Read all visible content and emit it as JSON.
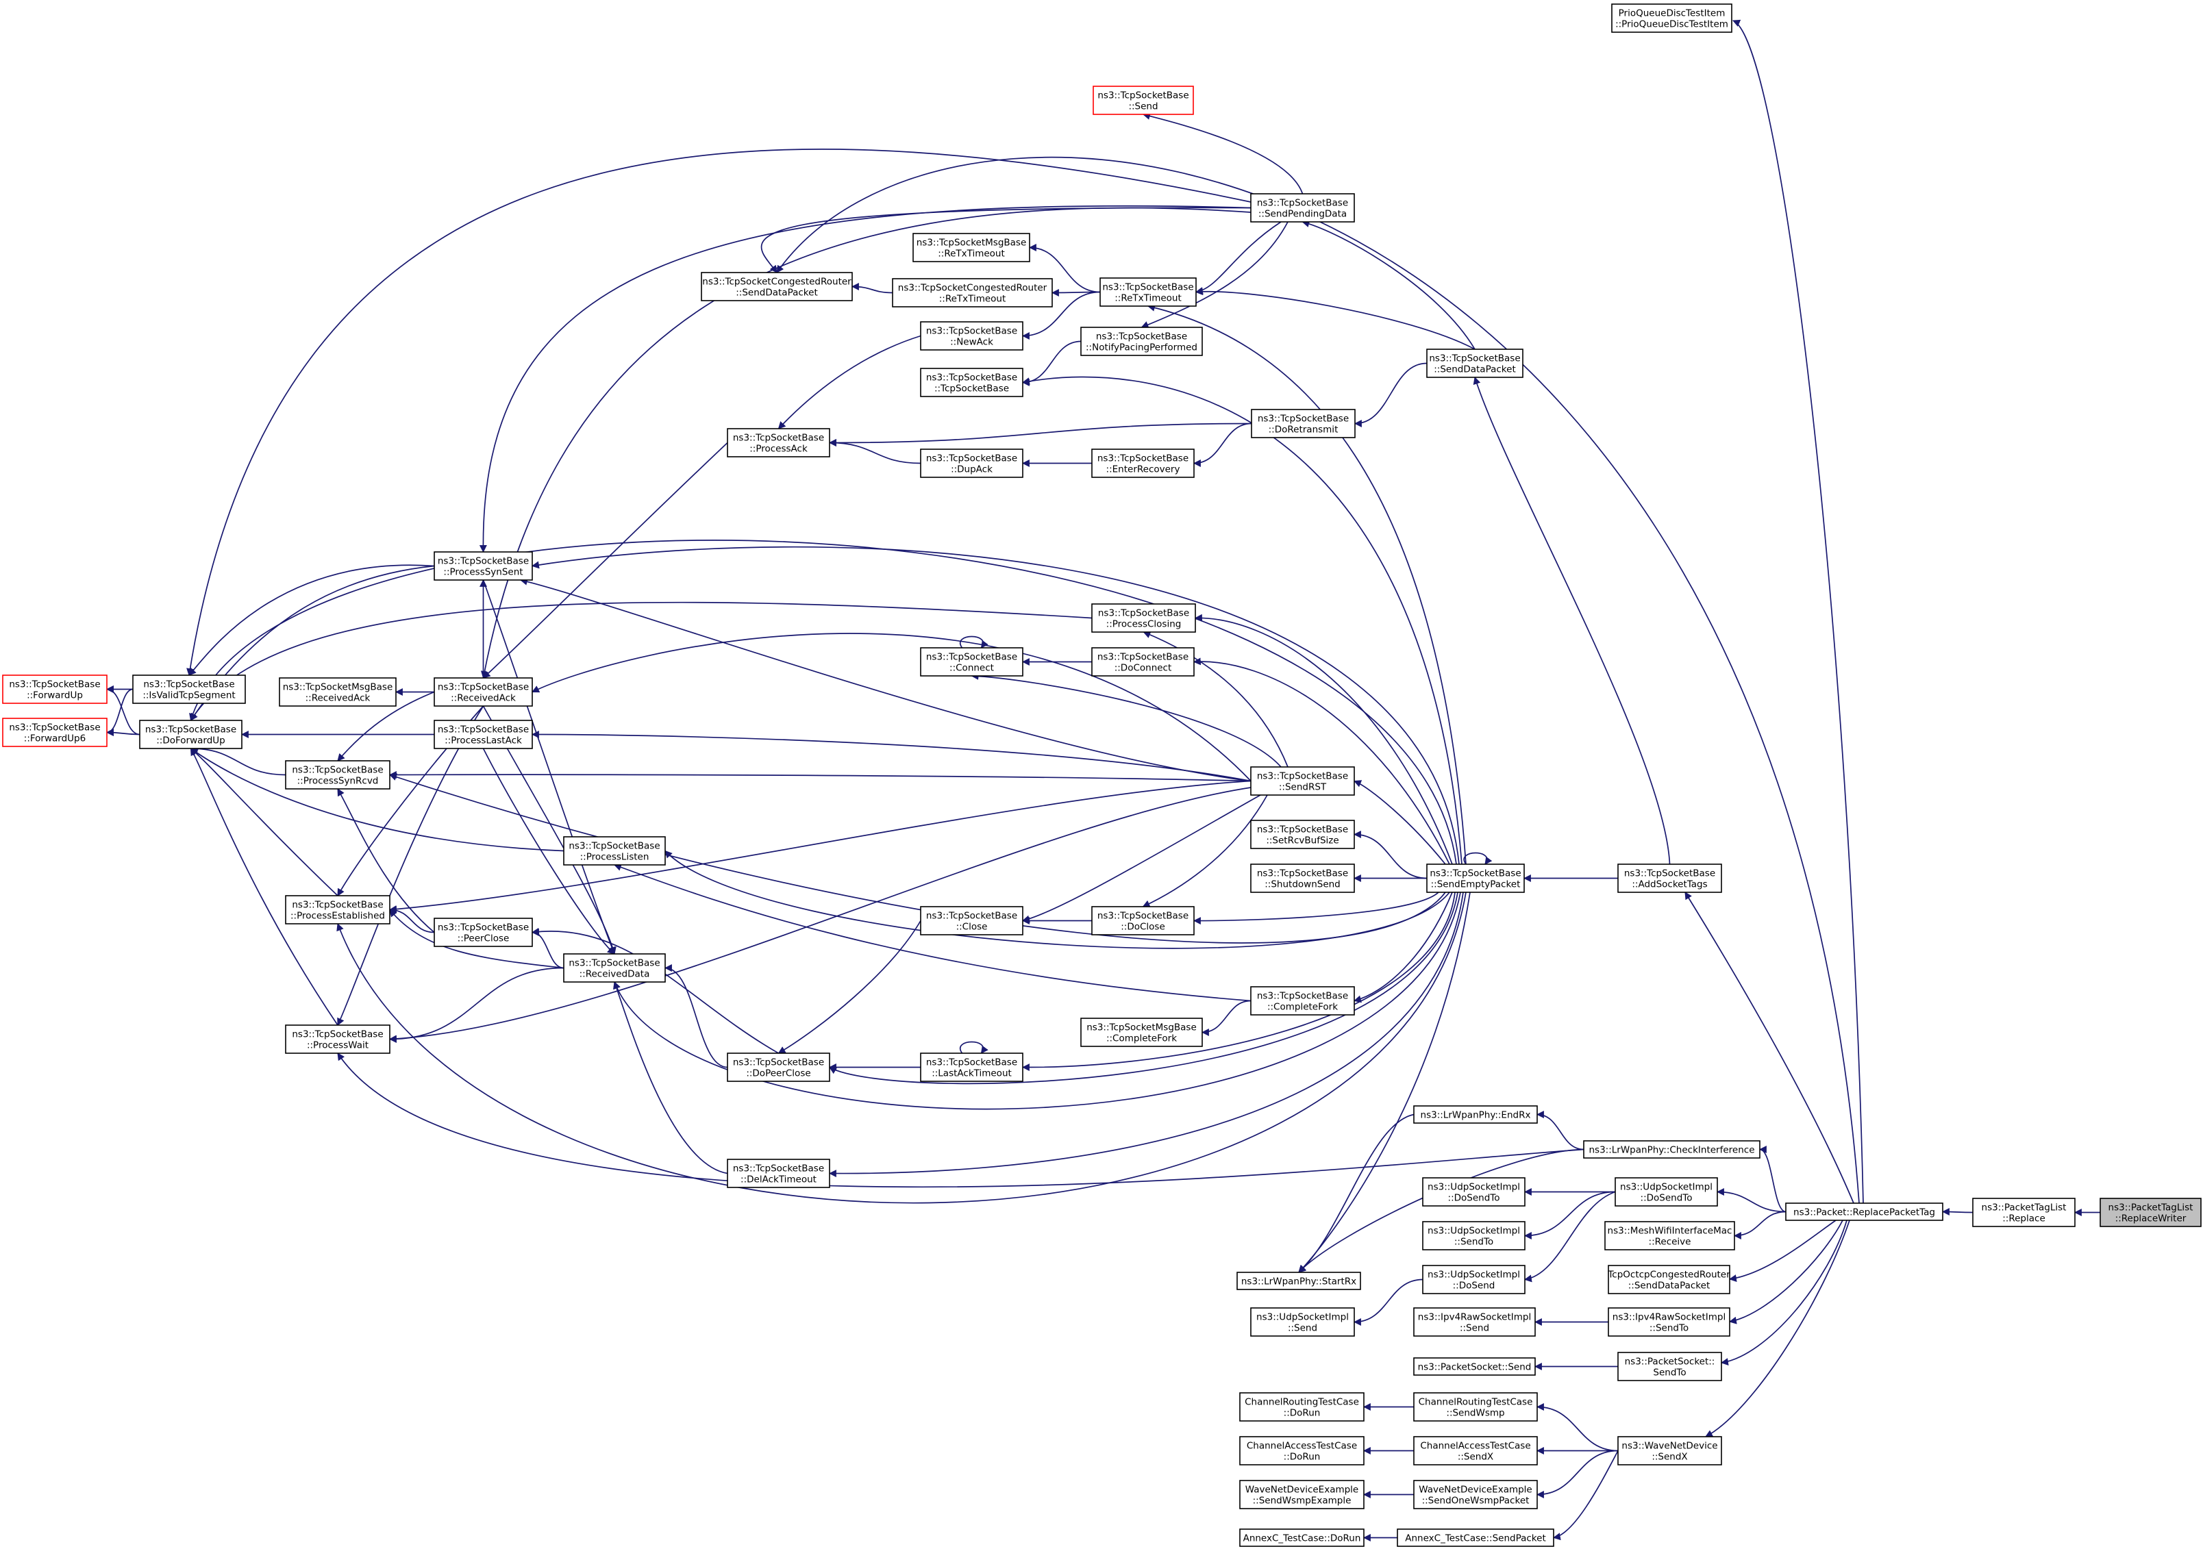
{
  "diagram": {
    "nodes": [
      {
        "id": "prio",
        "lines": [
          "PrioQueueDiscTestItem",
          "::PrioQueueDiscTestItem"
        ]
      },
      {
        "id": "send",
        "lines": [
          "ns3::TcpSocketBase",
          "::Send"
        ],
        "truncated": true
      },
      {
        "id": "sendpend",
        "lines": [
          "ns3::TcpSocketBase",
          "::SendPendingData"
        ]
      },
      {
        "id": "msgretx",
        "lines": [
          "ns3::TcpSocketMsgBase",
          "::ReTxTimeout"
        ]
      },
      {
        "id": "congsdp",
        "lines": [
          "ns3::TcpSocketCongestedRouter",
          "::SendDataPacket"
        ]
      },
      {
        "id": "congretx",
        "lines": [
          "ns3::TcpSocketCongestedRouter",
          "::ReTxTimeout"
        ]
      },
      {
        "id": "retx",
        "lines": [
          "ns3::TcpSocketBase",
          "::ReTxTimeout"
        ]
      },
      {
        "id": "newack",
        "lines": [
          "ns3::TcpSocketBase",
          "::NewAck"
        ]
      },
      {
        "id": "pacing",
        "lines": [
          "ns3::TcpSocketBase",
          "::NotifyPacingPerformed"
        ]
      },
      {
        "id": "ctor",
        "lines": [
          "ns3::TcpSocketBase",
          "::TcpSocketBase"
        ]
      },
      {
        "id": "sdp",
        "lines": [
          "ns3::TcpSocketBase",
          "::SendDataPacket"
        ]
      },
      {
        "id": "procack",
        "lines": [
          "ns3::TcpSocketBase",
          "::ProcessAck"
        ]
      },
      {
        "id": "doretx",
        "lines": [
          "ns3::TcpSocketBase",
          "::DoRetransmit"
        ]
      },
      {
        "id": "dupack",
        "lines": [
          "ns3::TcpSocketBase",
          "::DupAck"
        ]
      },
      {
        "id": "enterrec",
        "lines": [
          "ns3::TcpSocketBase",
          "::EnterRecovery"
        ]
      },
      {
        "id": "synsent",
        "lines": [
          "ns3::TcpSocketBase",
          "::ProcessSynSent"
        ]
      },
      {
        "id": "closing",
        "lines": [
          "ns3::TcpSocketBase",
          "::ProcessClosing"
        ]
      },
      {
        "id": "connect",
        "lines": [
          "ns3::TcpSocketBase",
          "::Connect"
        ]
      },
      {
        "id": "doconnect",
        "lines": [
          "ns3::TcpSocketBase",
          "::DoConnect"
        ]
      },
      {
        "id": "fwdup",
        "lines": [
          "ns3::TcpSocketBase",
          "::ForwardUp"
        ],
        "truncated": true
      },
      {
        "id": "isvalid",
        "lines": [
          "ns3::TcpSocketBase",
          "::IsValidTcpSegment"
        ]
      },
      {
        "id": "msgrecvack",
        "lines": [
          "ns3::TcpSocketMsgBase",
          "::ReceivedAck"
        ]
      },
      {
        "id": "recvack",
        "lines": [
          "ns3::TcpSocketBase",
          "::ReceivedAck"
        ]
      },
      {
        "id": "fwdup6",
        "lines": [
          "ns3::TcpSocketBase",
          "::ForwardUp6"
        ],
        "truncated": true
      },
      {
        "id": "dofwdup",
        "lines": [
          "ns3::TcpSocketBase",
          "::DoForwardUp"
        ]
      },
      {
        "id": "lastack",
        "lines": [
          "ns3::TcpSocketBase",
          "::ProcessLastAck"
        ]
      },
      {
        "id": "synrcvd",
        "lines": [
          "ns3::TcpSocketBase",
          "::ProcessSynRcvd"
        ]
      },
      {
        "id": "sendrst",
        "lines": [
          "ns3::TcpSocketBase",
          "::SendRST"
        ]
      },
      {
        "id": "listen",
        "lines": [
          "ns3::TcpSocketBase",
          "::ProcessListen"
        ]
      },
      {
        "id": "setrcvbuf",
        "lines": [
          "ns3::TcpSocketBase",
          "::SetRcvBufSize"
        ]
      },
      {
        "id": "shutdown",
        "lines": [
          "ns3::TcpSocketBase",
          "::ShutdownSend"
        ]
      },
      {
        "id": "sendempty",
        "lines": [
          "ns3::TcpSocketBase",
          "::SendEmptyPacket"
        ]
      },
      {
        "id": "addtags",
        "lines": [
          "ns3::TcpSocketBase",
          "::AddSocketTags"
        ]
      },
      {
        "id": "established",
        "lines": [
          "ns3::TcpSocketBase",
          "::ProcessEstablished"
        ]
      },
      {
        "id": "close",
        "lines": [
          "ns3::TcpSocketBase",
          "::Close"
        ]
      },
      {
        "id": "doclose",
        "lines": [
          "ns3::TcpSocketBase",
          "::DoClose"
        ]
      },
      {
        "id": "peerclose",
        "lines": [
          "ns3::TcpSocketBase",
          "::PeerClose"
        ]
      },
      {
        "id": "recvdata",
        "lines": [
          "ns3::TcpSocketBase",
          "::ReceivedData"
        ]
      },
      {
        "id": "completefork",
        "lines": [
          "ns3::TcpSocketBase",
          "::CompleteFork"
        ]
      },
      {
        "id": "procwait",
        "lines": [
          "ns3::TcpSocketBase",
          "::ProcessWait"
        ]
      },
      {
        "id": "msgcompletefork",
        "lines": [
          "ns3::TcpSocketMsgBase",
          "::CompleteFork"
        ]
      },
      {
        "id": "dopeerclose",
        "lines": [
          "ns3::TcpSocketBase",
          "::DoPeerClose"
        ]
      },
      {
        "id": "lastacktimeout",
        "lines": [
          "ns3::TcpSocketBase",
          "::LastAckTimeout"
        ]
      },
      {
        "id": "endrx",
        "lines": [
          "ns3::LrWpanPhy::EndRx"
        ]
      },
      {
        "id": "checkint",
        "lines": [
          "ns3::LrWpanPhy::CheckInterference"
        ]
      },
      {
        "id": "delack",
        "lines": [
          "ns3::TcpSocketBase",
          "::DelAckTimeout"
        ]
      },
      {
        "id": "udpdosendto_l",
        "lines": [
          "ns3::UdpSocketImpl",
          "::DoSendTo"
        ]
      },
      {
        "id": "udpdosendto",
        "lines": [
          "ns3::UdpSocketImpl",
          "::DoSendTo"
        ]
      },
      {
        "id": "replacetag",
        "lines": [
          "ns3::Packet::ReplacePacketTag"
        ]
      },
      {
        "id": "ptlreplace",
        "lines": [
          "ns3::PacketTagList",
          "::Replace"
        ]
      },
      {
        "id": "replacewriter",
        "lines": [
          "ns3::PacketTagList",
          "::ReplaceWriter"
        ],
        "highlight": true
      },
      {
        "id": "udpsendto",
        "lines": [
          "ns3::UdpSocketImpl",
          "::SendTo"
        ]
      },
      {
        "id": "meshrecv",
        "lines": [
          "ns3::MeshWifiInterfaceMac",
          "::Receive"
        ]
      },
      {
        "id": "startrx",
        "lines": [
          "ns3::LrWpanPhy::StartRx"
        ]
      },
      {
        "id": "udpdosend",
        "lines": [
          "ns3::UdpSocketImpl",
          "::DoSend"
        ]
      },
      {
        "id": "octcp",
        "lines": [
          "TcpOctcpCongestedRouter",
          "::SendDataPacket"
        ]
      },
      {
        "id": "udpsend",
        "lines": [
          "ns3::UdpSocketImpl",
          "::Send"
        ]
      },
      {
        "id": "ipv4send",
        "lines": [
          "ns3::Ipv4RawSocketImpl",
          "::Send"
        ]
      },
      {
        "id": "ipv4sendto",
        "lines": [
          "ns3::Ipv4RawSocketImpl",
          "::SendTo"
        ]
      },
      {
        "id": "pktsend",
        "lines": [
          "ns3::PacketSocket::Send"
        ]
      },
      {
        "id": "pktsendto",
        "lines": [
          "ns3::PacketSocket::",
          "SendTo"
        ]
      },
      {
        "id": "chrdorun",
        "lines": [
          "ChannelRoutingTestCase",
          "::DoRun"
        ]
      },
      {
        "id": "chrwsmp",
        "lines": [
          "ChannelRoutingTestCase",
          "::SendWsmp"
        ]
      },
      {
        "id": "chadorun",
        "lines": [
          "ChannelAccessTestCase",
          "::DoRun"
        ]
      },
      {
        "id": "chasendx",
        "lines": [
          "ChannelAccessTestCase",
          "::SendX"
        ]
      },
      {
        "id": "wavesendx",
        "lines": [
          "ns3::WaveNetDevice",
          "::SendX"
        ]
      },
      {
        "id": "wdexample",
        "lines": [
          "WaveNetDeviceExample",
          "::SendWsmpExample"
        ]
      },
      {
        "id": "wdonewsmp",
        "lines": [
          "WaveNetDeviceExample",
          "::SendOneWsmpPacket"
        ]
      },
      {
        "id": "annexrun",
        "lines": [
          "AnnexC_TestCase::DoRun"
        ]
      },
      {
        "id": "annexsend",
        "lines": [
          "AnnexC_TestCase::SendPacket"
        ]
      }
    ]
  }
}
